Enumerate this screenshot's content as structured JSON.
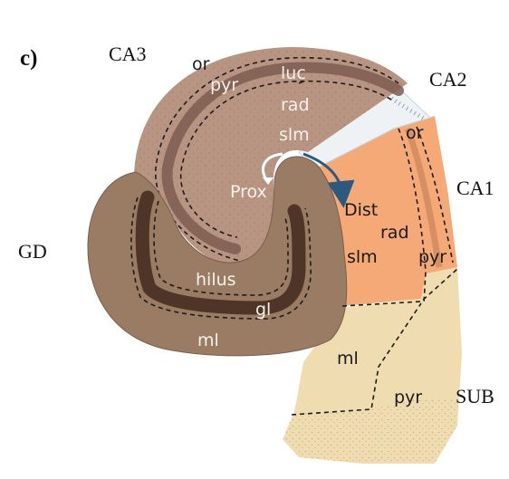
{
  "figure": {
    "panel_letter": "c)"
  },
  "regions": {
    "ca3": "CA3",
    "ca2": "CA2",
    "ca1": "CA1",
    "gd": "GD",
    "sub": "SUB"
  },
  "layers": {
    "or_ca3": "or",
    "pyr_ca3": "pyr",
    "luc": "luc",
    "rad_ca3": "rad",
    "slm_ca3": "slm",
    "prox": "Prox",
    "dist": "Dist",
    "or_ca1": "or",
    "rad_ca1": "rad",
    "slm_ca1": "slm",
    "pyr_ca1": "pyr",
    "hilus": "hilus",
    "gl": "gl",
    "ml_gd": "ml",
    "ml_sub": "ml",
    "pyr_sub": "pyr"
  },
  "colors": {
    "ca3_fill": "#b89483",
    "dg_fill": "#9a7b63",
    "ca1_fill": "#f4a977",
    "sub_fill": "#f0dcb1",
    "ca2_fill": "#eef2f5",
    "cell_layer_dark": "#4f3527",
    "ca3_pyr": "#7d5c50",
    "arrow_blue": "#2c5a7e"
  }
}
